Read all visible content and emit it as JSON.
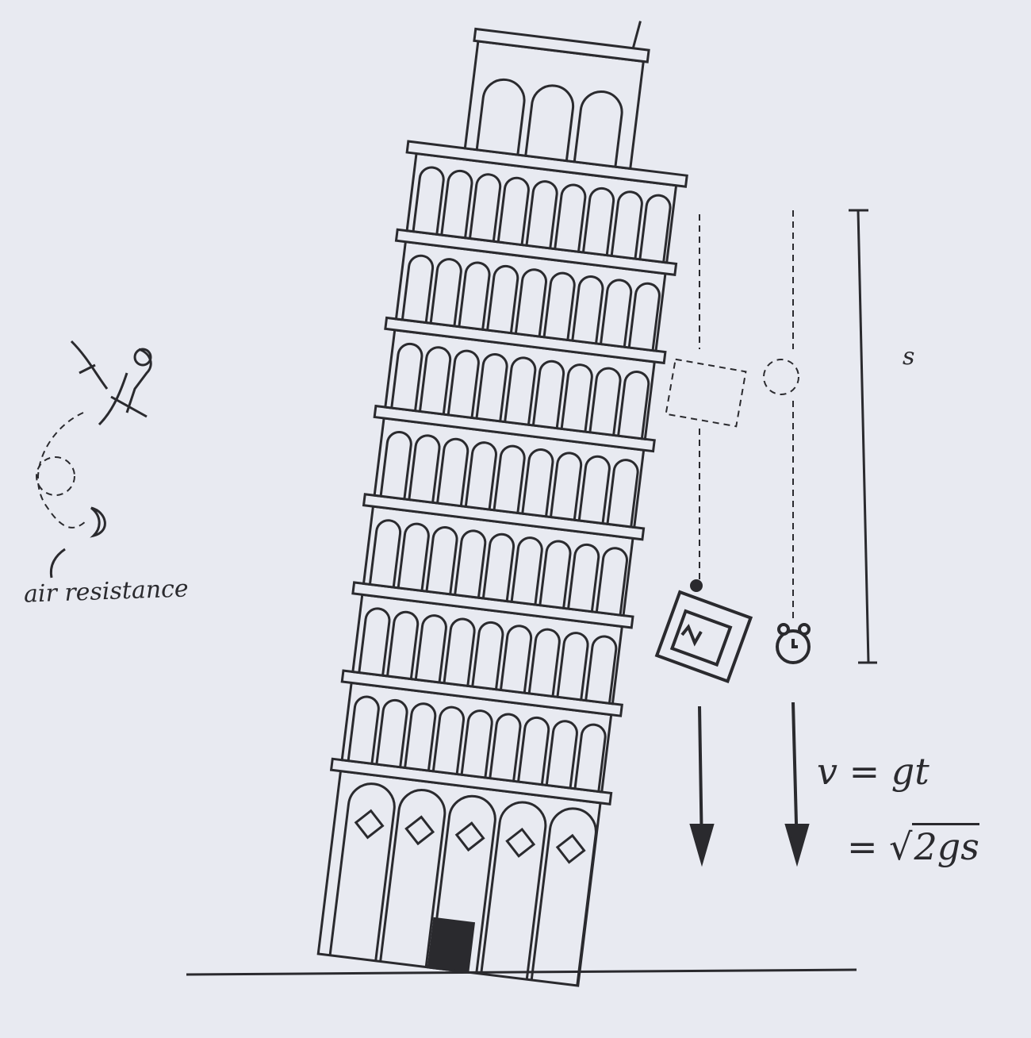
{
  "labels": {
    "air_resistance": "air resistance",
    "distance": "s",
    "velocity_eq": "v = gt",
    "velocity_eq2_prefix": "= √",
    "velocity_eq2_radicand": "2gs"
  },
  "colors": {
    "ink": "#2a2a2e",
    "paper": "#e8eaf1"
  }
}
